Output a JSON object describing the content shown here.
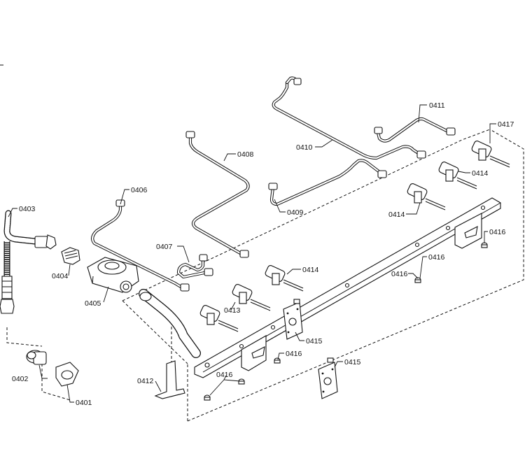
{
  "diagram": {
    "parts": [
      {
        "id": "p0401",
        "label": "0401"
      },
      {
        "id": "p0402",
        "label": "0402"
      },
      {
        "id": "p0403",
        "label": "0403"
      },
      {
        "id": "p0404",
        "label": "0404"
      },
      {
        "id": "p0405",
        "label": "0405"
      },
      {
        "id": "p0406",
        "label": "0406"
      },
      {
        "id": "p0407",
        "label": "0407"
      },
      {
        "id": "p0408",
        "label": "0408"
      },
      {
        "id": "p0409",
        "label": "0409"
      },
      {
        "id": "p0410",
        "label": "0410"
      },
      {
        "id": "p0411",
        "label": "0411"
      },
      {
        "id": "p0412",
        "label": "0412"
      },
      {
        "id": "p0413",
        "label": "0413"
      },
      {
        "id": "p0414a",
        "label": "0414"
      },
      {
        "id": "p0414b",
        "label": "0414"
      },
      {
        "id": "p0414c",
        "label": "0414"
      },
      {
        "id": "p0415a",
        "label": "0415"
      },
      {
        "id": "p0415b",
        "label": "0415"
      },
      {
        "id": "p0416a",
        "label": "0416"
      },
      {
        "id": "p0416b",
        "label": "0416"
      },
      {
        "id": "p0416c",
        "label": "0416"
      },
      {
        "id": "p0416d",
        "label": "0416"
      },
      {
        "id": "p0416e",
        "label": "0416"
      },
      {
        "id": "p0417",
        "label": "0417"
      }
    ]
  }
}
